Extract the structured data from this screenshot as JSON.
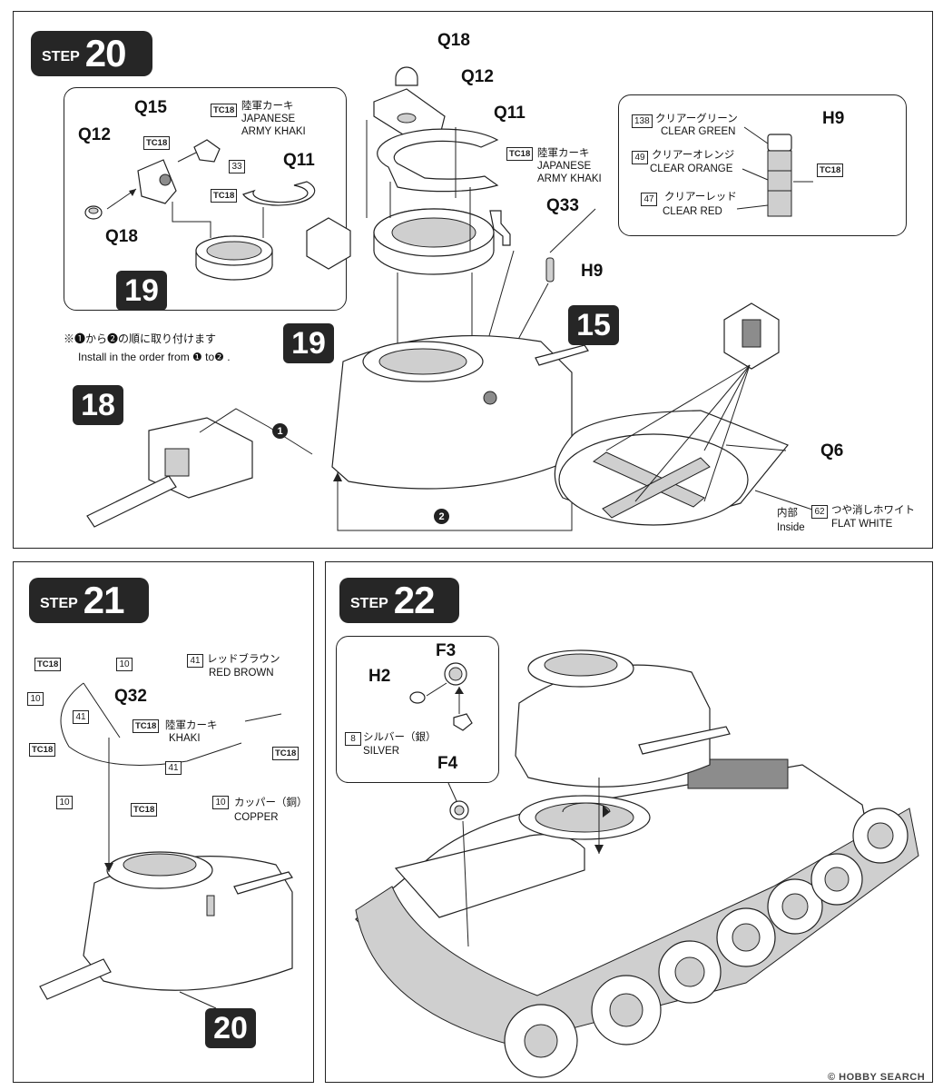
{
  "step20": {
    "step_word": "STEP",
    "step_num": "20",
    "ref_19a": "19",
    "ref_19b": "19",
    "ref_18": "18",
    "ref_15": "15",
    "inset": {
      "q15": "Q15",
      "q12": "Q12",
      "q18": "Q18",
      "q11": "Q11",
      "tc18_a": "TC18",
      "tc18_b": "TC18",
      "tc18_c": "TC18",
      "num_33": "33",
      "color_jp": "陸軍カーキ",
      "color_en": "JAPANESE\nARMY KHAKI"
    },
    "main": {
      "q18": "Q18",
      "q12": "Q12",
      "q11": "Q11",
      "q33": "Q33",
      "h9": "H9",
      "q6": "Q6",
      "tc18": "TC18",
      "color_jp": "陸軍カーキ",
      "color_en": "JAPANESE\nARMY KHAKI"
    },
    "h9_box": {
      "label": "H9",
      "tc18": "TC18",
      "colors": [
        {
          "num": "138",
          "jp": "クリアーグリーン",
          "en": "CLEAR GREEN"
        },
        {
          "num": "49",
          "jp": "クリアーオレンジ",
          "en": "CLEAR ORANGE"
        },
        {
          "num": "47",
          "jp": "クリアーレッド",
          "en": "CLEAR RED"
        }
      ]
    },
    "order_jp": "※❶から❷の順に取り付けます",
    "order_en": "Install in the order from ❶ to❷ .",
    "marker1": "1",
    "marker2": "2",
    "inside_jp": "内部",
    "inside_en": "Inside",
    "flat_num": "62",
    "flat_jp": "つや消しホワイト",
    "flat_en": "FLAT WHITE"
  },
  "step21": {
    "step_word": "STEP",
    "step_num": "21",
    "ref_20": "20",
    "q32": "Q32",
    "tc18": "TC18",
    "n10": "10",
    "n41": "41",
    "red_brown_num": "41",
    "red_brown_jp": "レッドブラウン",
    "red_brown_en": "RED BROWN",
    "khaki_jp": "陸軍カーキ",
    "khaki_en": "KHAKI",
    "copper_num": "10",
    "copper_jp": "カッパー（銅）",
    "copper_en": "COPPER"
  },
  "step22": {
    "step_word": "STEP",
    "step_num": "22",
    "f3": "F3",
    "h2": "H2",
    "f4": "F4",
    "silver_num": "8",
    "silver_jp": "シルバー（銀）",
    "silver_en": "SILVER"
  },
  "watermark": "© HOBBY SEARCH"
}
